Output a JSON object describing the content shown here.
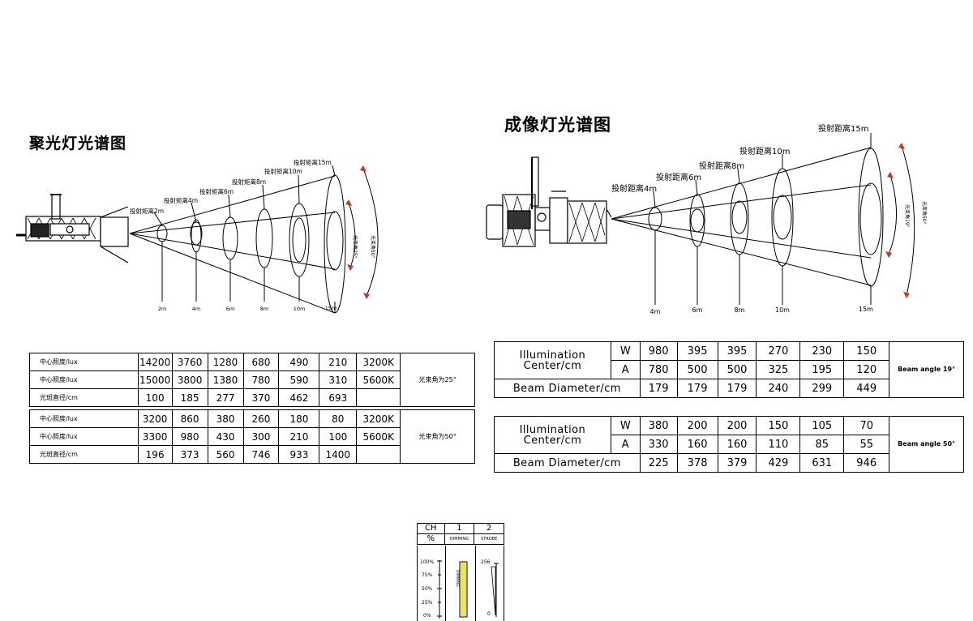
{
  "left_diagram": {
    "title": "聚光灯光谱图",
    "distance_labels": [
      "投射矩离2m",
      "投射矩离4m",
      "投射矩离6m",
      "投射矩离8m",
      "投射矩离10m",
      "投射矩离15m"
    ],
    "axis_labels": [
      "2m",
      "4m",
      "6m",
      "8m",
      "10m",
      "15m"
    ]
  },
  "right_diagram": {
    "title": "成像灯光谱图",
    "distance_labels": [
      "投射距离4m",
      "投射距离6m",
      "投射距离8m",
      "投射距离10m",
      "投射距离15m"
    ],
    "axis_labels": [
      "4m",
      "6m",
      "8m",
      "10m",
      "15m"
    ]
  },
  "left_table": {
    "groups": [
      {
        "angle_label": "光束角为25°",
        "rows": [
          {
            "label": "中心照度/lux",
            "values": [
              "14200",
              "3760",
              "1280",
              "680",
              "490",
              "210"
            ],
            "temp": "3200K"
          },
          {
            "label": "中心照度/lux",
            "values": [
              "15000",
              "3800",
              "1380",
              "780",
              "590",
              "310"
            ],
            "temp": "5600K"
          },
          {
            "label": "光斑直径/cm",
            "values": [
              "100",
              "185",
              "277",
              "370",
              "462",
              "693"
            ],
            "temp": ""
          }
        ]
      },
      {
        "angle_label": "光束角为50°",
        "rows": [
          {
            "label": "中心照度/lux",
            "values": [
              "3200",
              "860",
              "380",
              "260",
              "180",
              "80"
            ],
            "temp": "3200K"
          },
          {
            "label": "中心照度/lux",
            "values": [
              "3300",
              "980",
              "430",
              "300",
              "210",
              "100"
            ],
            "temp": "5600K"
          },
          {
            "label": "光斑直径/cm",
            "values": [
              "196",
              "373",
              "560",
              "746",
              "933",
              "1400"
            ],
            "temp": ""
          }
        ]
      }
    ]
  },
  "right_table": {
    "groups": [
      {
        "illum_label": "Illumination Center/cm",
        "diam_label": "Beam Diameter/cm",
        "angle_label": "Beam angle 19°",
        "w": {
          "key": "W",
          "values": [
            "980",
            "395",
            "395",
            "270",
            "230",
            "150"
          ]
        },
        "a": {
          "key": "A",
          "values": [
            "780",
            "500",
            "500",
            "325",
            "195",
            "120"
          ]
        },
        "d": [
          "179",
          "179",
          "179",
          "240",
          "299",
          "449"
        ]
      },
      {
        "illum_label": "Illumination Center/cm",
        "diam_label": "Beam Diameter/cm",
        "angle_label": "Beam angle 50°",
        "w": {
          "key": "W",
          "values": [
            "380",
            "200",
            "200",
            "150",
            "105",
            "70"
          ]
        },
        "a": {
          "key": "A",
          "values": [
            "330",
            "160",
            "160",
            "110",
            "85",
            "55"
          ]
        },
        "d": [
          "225",
          "378",
          "379",
          "429",
          "631",
          "946"
        ]
      }
    ]
  },
  "dmx_chart": {
    "header": [
      "CH",
      "1",
      "2"
    ],
    "sub": [
      "%",
      "DIMMING",
      "STROBE"
    ],
    "ticks": [
      "100%",
      "75%",
      "50%",
      "25%",
      "0%"
    ],
    "bar_label": "DIMMING",
    "strobe_top": "256",
    "strobe_bottom": "0"
  }
}
